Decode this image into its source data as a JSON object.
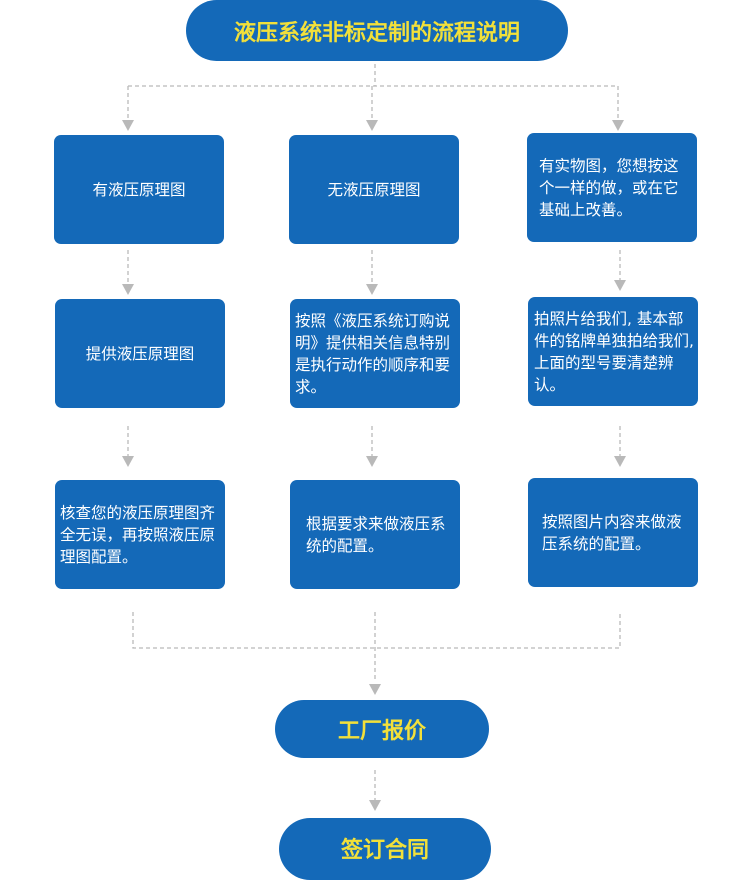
{
  "title": "液压系统非标定制的流程说明",
  "columns": [
    {
      "top": "有液压原理图",
      "middle": "提供液压原理图",
      "bottom": "核查您的液压原理图齐全无误，再按照液压原理图配置。"
    },
    {
      "top": "无液压原理图",
      "middle": "按照《液压系统订购说明》提供相关信息特别是执行动作的顺序和要求。",
      "bottom": "根据要求来做液压系统的配置。"
    },
    {
      "top": "有实物图，您想按这个一样的做，或在它基础上改善。",
      "middle": "拍照片给我们, 基本部件的铭牌单独拍给我们, 上面的型号要清楚辨认。",
      "bottom": "按照图片内容来做液压系统的配置。"
    }
  ],
  "quote": "工厂报价",
  "contract": "签订合同",
  "colors": {
    "box": "#1469b8",
    "pill_text": "#f2e03a",
    "connector": "#b9b9b9"
  }
}
